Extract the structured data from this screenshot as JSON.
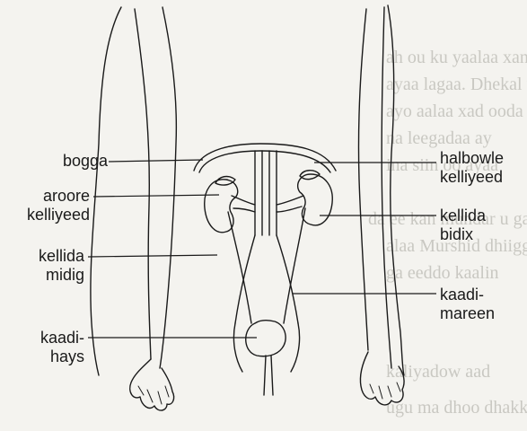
{
  "labels": {
    "bogga": "bogga",
    "aroore_kelliyeed": "aroore\nkelliyeed",
    "kellida_midig": "kellida\nmidig",
    "kaadi_hays": "kaadi-\nhays",
    "halbowle_kelliyeed": "halbowle\nkelliyeed",
    "kellida_bidix": "kellida\nbidix",
    "kaadi_mareen": "kaadi-\nmareen"
  },
  "background_text": [
    "ah ou ku yaalaa xanga",
    "ayaa lagaa. Dhekal uo",
    "ayo aalaa xad ooda oo",
    "na leegadaa ay",
    "ina siin oo ayaa",
    "da ee kan mundar u gaa",
    "alaa Murshid dhiigga oo",
    "ga eeddo kaalin",
    "kaliyadow aad",
    "ugu ma dhoo dhakkaa"
  ],
  "colors": {
    "line": "#1a1a1a",
    "background": "#f4f3ef",
    "bleed_text": "#c9c8c2"
  }
}
